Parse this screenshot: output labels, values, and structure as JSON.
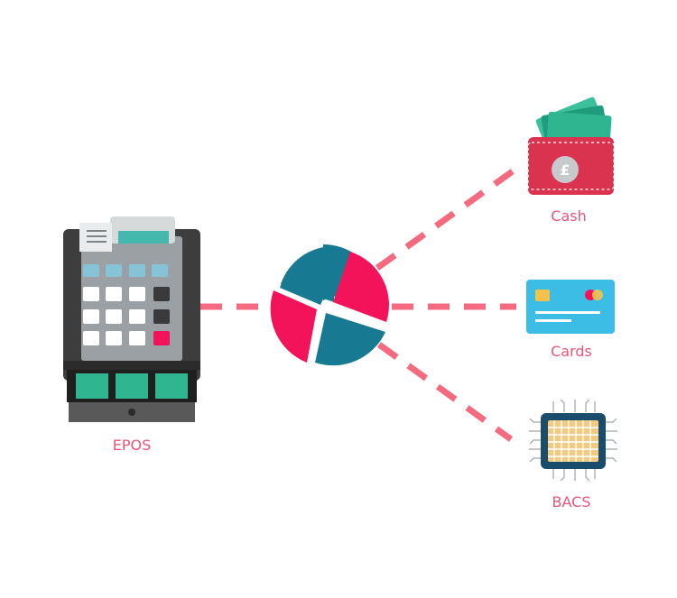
{
  "labels": {
    "epos": "EPOS",
    "cash": "Cash",
    "cards": "Cards",
    "bacs": "BACS"
  },
  "colors": {
    "accent_pink": "#f2135a",
    "teal": "#187a92",
    "dash": "#f46a7f",
    "label_text": "#e8577a",
    "wallet_red": "#d9334f",
    "card_blue": "#3cbde6",
    "chip_gold": "#f5c97e",
    "chip_navy": "#1a4c6b",
    "register_grey": "#4a4a4a",
    "cash_green": "#2fb58f"
  },
  "icons": {
    "epos": "cash-register-icon",
    "hub": "split-pie-icon",
    "cash": "wallet-icon",
    "cards": "credit-card-icon",
    "bacs": "microchip-icon"
  }
}
